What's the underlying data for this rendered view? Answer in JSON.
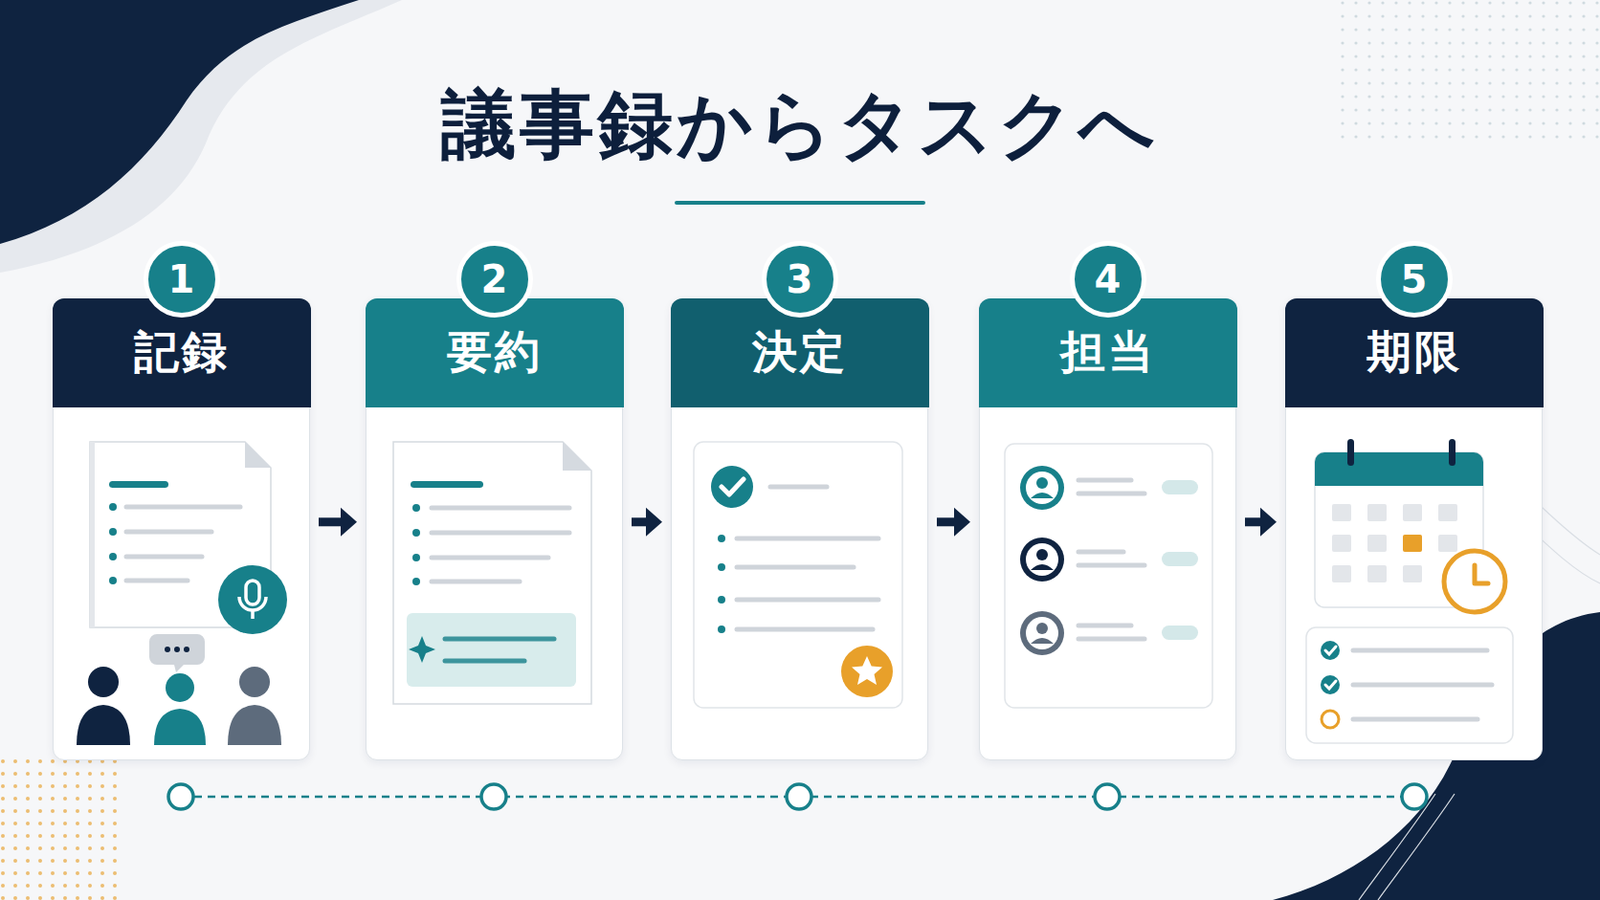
{
  "diagram": {
    "title": "議事録からタスクへ",
    "nodes": [
      {
        "text": [
          "1",
          "記録"
        ]
      },
      {
        "text": [
          "2",
          "要約"
        ]
      },
      {
        "text": [
          "3",
          "決定"
        ]
      },
      {
        "text": [
          "4",
          "担当"
        ]
      },
      {
        "text": [
          "5",
          "期限"
        ]
      }
    ],
    "edges": [
      {
        "from": 0,
        "to": 1,
        "arrow": "to"
      },
      {
        "from": 1,
        "to": 2,
        "arrow": "to"
      },
      {
        "from": 2,
        "to": 3,
        "arrow": "to"
      },
      {
        "from": 3,
        "to": 4,
        "arrow": "to"
      }
    ]
  }
}
